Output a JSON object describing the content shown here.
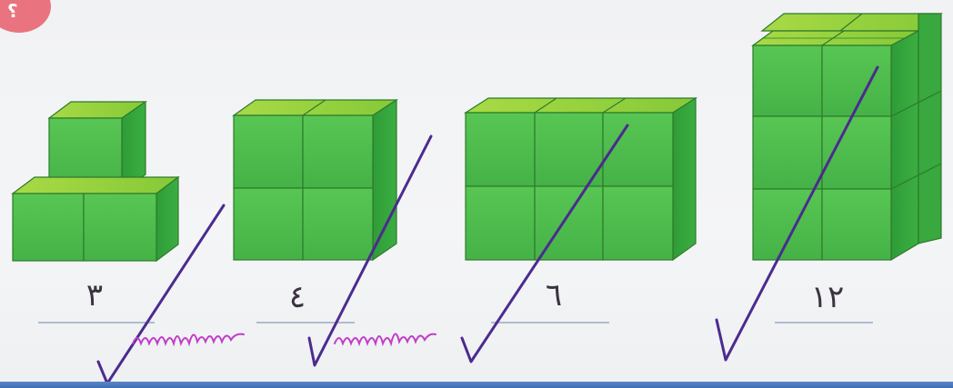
{
  "header": {
    "badge_text": "؟"
  },
  "figures": [
    {
      "cube_count": 3,
      "answer": "٣"
    },
    {
      "cube_count": 4,
      "answer": "٤"
    },
    {
      "cube_count": 6,
      "answer": "٦"
    },
    {
      "cube_count": 12,
      "answer": "١٢"
    }
  ],
  "colors": {
    "cube_front": "#4fbf4a",
    "cube_top": "#9ad63c",
    "cube_side": "#2f9a35",
    "check_ink": "#4b2b8f",
    "scribble_ink": "#c23cc8",
    "rule_line": "#3f6fb3"
  }
}
